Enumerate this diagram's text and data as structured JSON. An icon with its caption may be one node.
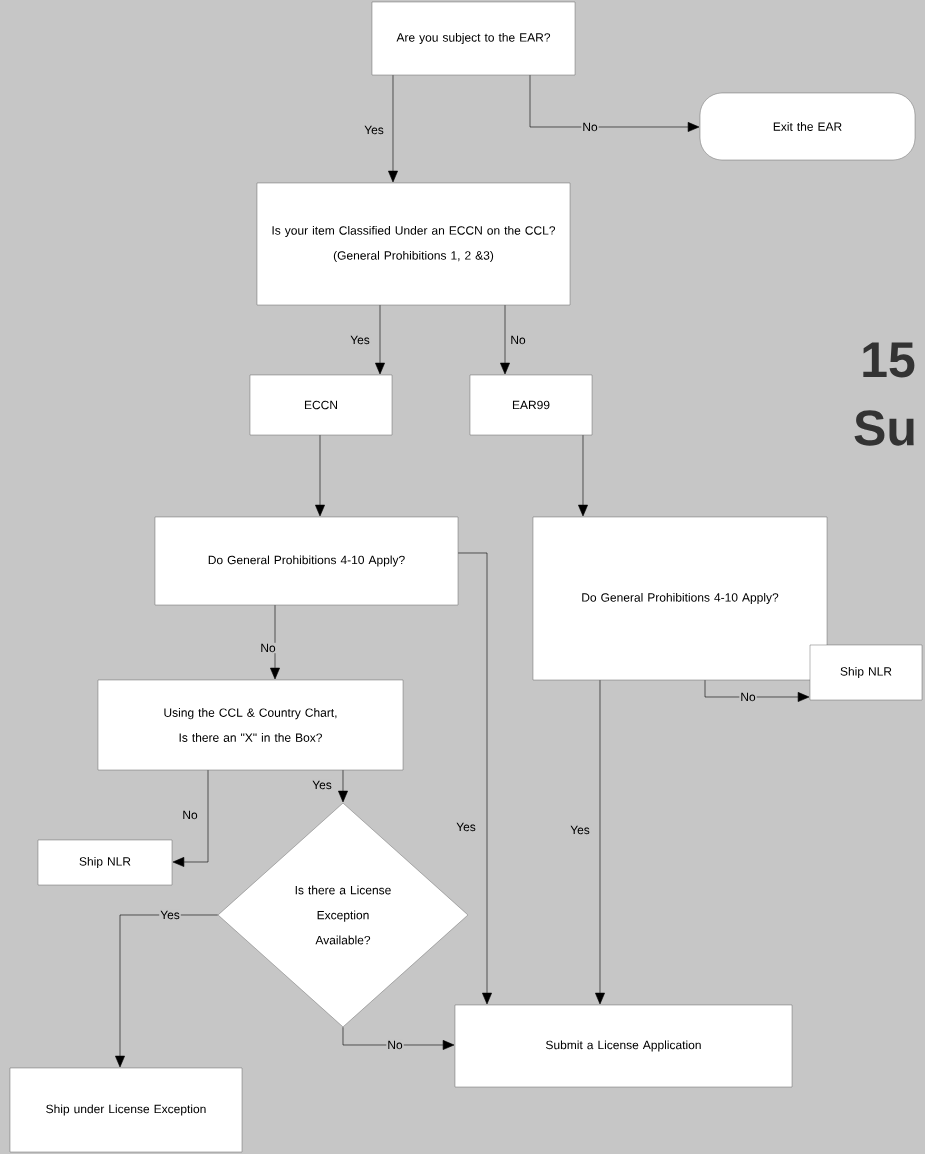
{
  "diagram": {
    "nodes": [
      {
        "text": [
          "Are you subject to the EAR?"
        ]
      },
      {
        "text": [
          "Exit the EAR"
        ]
      },
      {
        "text": [
          "Is your item Classified Under an ECCN on the CCL?",
          "(General Prohibitions 1, 2 &3)"
        ]
      },
      {
        "text": [
          "ECCN"
        ]
      },
      {
        "text": [
          "EAR99"
        ]
      },
      {
        "text": [
          "Do General Prohibitions 4-10 Apply?"
        ]
      },
      {
        "text": [
          "Do General Prohibitions 4-10 Apply?"
        ]
      },
      {
        "text": [
          "Ship NLR"
        ]
      },
      {
        "text": [
          "Using the CCL & Country Chart, Is there an \"X\" in the Box?"
        ]
      },
      {
        "text": [
          "Ship NLR"
        ]
      },
      {
        "text": [
          "Is there a License Exception Available?"
        ]
      },
      {
        "text": [
          "Submit a License Application"
        ]
      },
      {
        "text": [
          "Ship under License Exception"
        ]
      }
    ],
    "edges": [
      {
        "from": 0,
        "to": 2,
        "arrow": "to",
        "label": "Yes"
      },
      {
        "from": 0,
        "to": 1,
        "arrow": "to",
        "label": "No"
      },
      {
        "from": 2,
        "to": 3,
        "arrow": "to",
        "label": "Yes"
      },
      {
        "from": 2,
        "to": 4,
        "arrow": "to",
        "label": "No"
      },
      {
        "from": 3,
        "to": 5,
        "arrow": "to"
      },
      {
        "from": 4,
        "to": 6,
        "arrow": "to"
      },
      {
        "from": 5,
        "to": 8,
        "arrow": "to",
        "label": "No"
      },
      {
        "from": 5,
        "to": 11,
        "arrow": "to",
        "label": "Yes"
      },
      {
        "from": 6,
        "to": 7,
        "arrow": "to",
        "label": "No"
      },
      {
        "from": 6,
        "to": 11,
        "arrow": "to",
        "label": "Yes"
      },
      {
        "from": 8,
        "to": 9,
        "arrow": "to",
        "label": "No"
      },
      {
        "from": 8,
        "to": 10,
        "arrow": "to",
        "label": "Yes"
      },
      {
        "from": 10,
        "to": 12,
        "arrow": "to",
        "label": "Yes"
      },
      {
        "from": 10,
        "to": 11,
        "arrow": "to",
        "label": "No"
      }
    ],
    "labels": [
      "15",
      "Su"
    ]
  }
}
